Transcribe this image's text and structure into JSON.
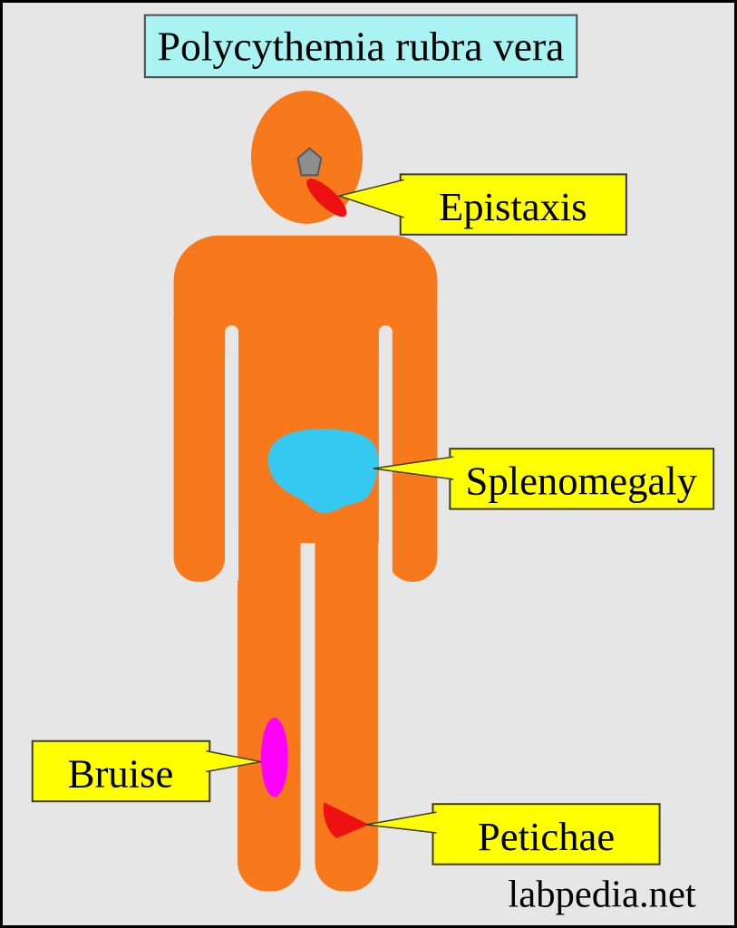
{
  "title": {
    "text": "Polycythemia rubra vera"
  },
  "diagram": {
    "subject": "human-figure-silhouette",
    "condition": "Polycythemia rubra vera",
    "colors": {
      "background": "#E6E6E6",
      "frame_border": "#000000",
      "body_orange": "#F8791C",
      "title_box_bg": "#A9F3F3",
      "title_box_border": "#4A4A4A",
      "label_bg": "#FFFF00",
      "label_border": "#3C3C20",
      "spleen_cyan": "#35C8F0",
      "bruise_magenta": "#FF00FF",
      "blood_red": "#EE1111",
      "nose_gray": "#8E8E8E"
    }
  },
  "callouts": [
    {
      "id": "epistaxis",
      "label": "Epistaxis",
      "points_to": "nose-bleed on face"
    },
    {
      "id": "splenomegaly",
      "label": "Splenomegaly",
      "points_to": "enlarged spleen on abdomen"
    },
    {
      "id": "bruise",
      "label": "Bruise",
      "points_to": "bruise on left leg"
    },
    {
      "id": "petichae",
      "label": "Petichae",
      "points_to": "petechiae on right leg"
    }
  ],
  "watermark": {
    "text": "labpedia.net"
  }
}
